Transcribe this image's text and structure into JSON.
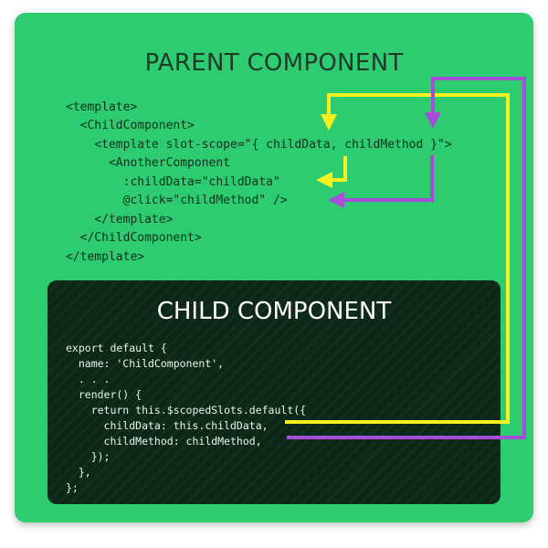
{
  "parent": {
    "title": "PARENT COMPONENT",
    "code_lines": [
      "<template>",
      "  <ChildComponent>",
      "    <template slot-scope=\"{ childData, childMethod }\">",
      "      <AnotherComponent",
      "        :childData=\"childData\"",
      "        @click=\"childMethod\" />",
      "    </template>",
      "  </ChildComponent>",
      "</template>"
    ]
  },
  "child": {
    "title": "CHILD COMPONENT",
    "code_lines": [
      "export default {",
      "  name: 'ChildComponent',",
      "  . . .",
      "  render() {",
      "    return this.$scopedSlots.default({",
      "      childData: this.childData,",
      "      childMethod: childMethod,",
      "    });",
      "  },",
      "};"
    ]
  },
  "colors": {
    "parent_bg": "#2ecc71",
    "child_bg": "#0d2818",
    "data_arrow": "#f7f020",
    "method_arrow": "#a64fd6"
  }
}
